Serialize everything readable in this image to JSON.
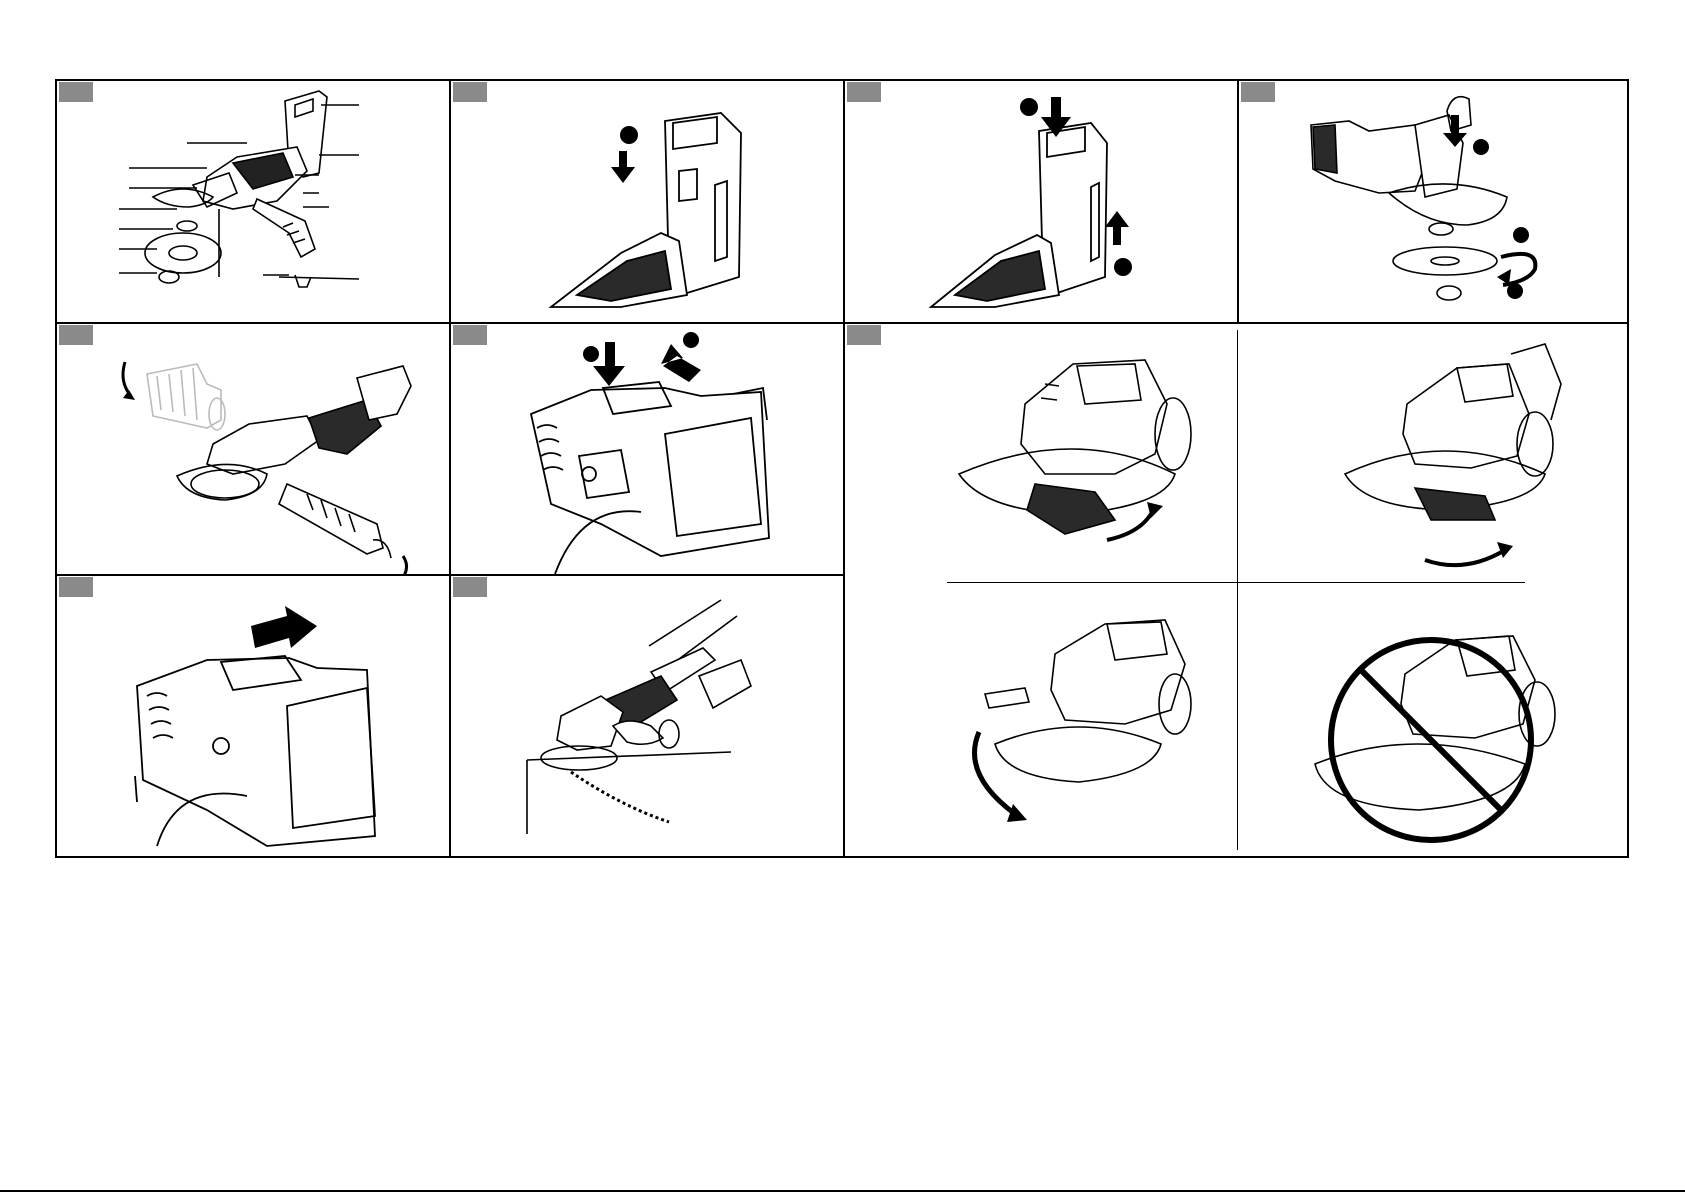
{
  "document": {
    "kind": "instruction-figure-sheet",
    "panel_tags": [
      "",
      "",
      "",
      "",
      "",
      "",
      "",
      "",
      ""
    ],
    "colors": {
      "ink": "#000000",
      "tag_fill": "#8a8a8a",
      "paper": "#ffffff"
    },
    "panels": [
      {
        "id": "overview",
        "icon": "angle-grinder-exploded-icon"
      },
      {
        "id": "battery-insert",
        "icon": "battery-insert-arrow-icon"
      },
      {
        "id": "battery-remove",
        "icon": "battery-release-arrow-icon"
      },
      {
        "id": "wheel-mount",
        "icon": "spindle-lock-rotate-icon"
      },
      {
        "id": "side-handle",
        "icon": "side-handle-screw-icon"
      },
      {
        "id": "switch-on",
        "icon": "switch-slide-press-icon"
      },
      {
        "id": "guard-adjust",
        "icon": "guard-rotate-icon"
      },
      {
        "id": "switch-lock",
        "icon": "switch-slide-forward-icon"
      },
      {
        "id": "operation",
        "icon": "grinding-operation-icon"
      }
    ]
  }
}
